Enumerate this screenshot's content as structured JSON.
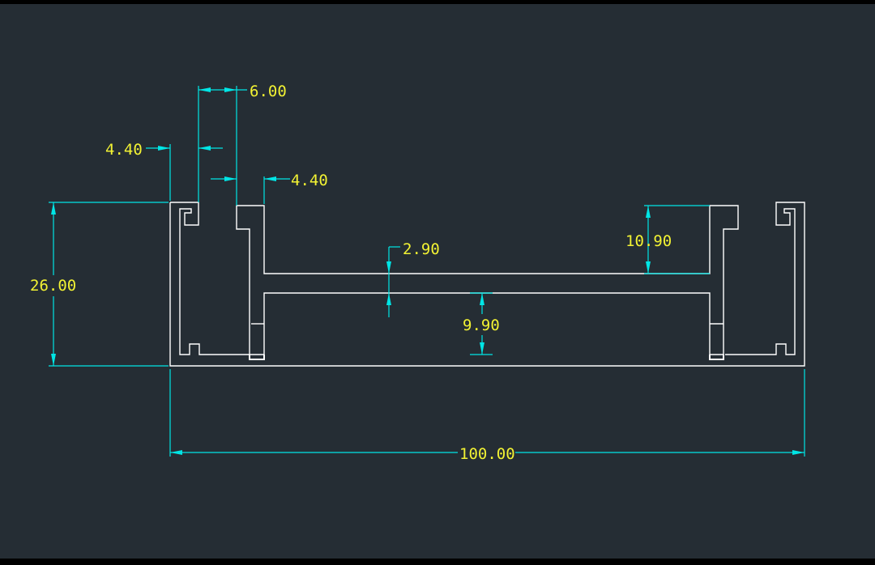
{
  "colors": {
    "background": "#252d34",
    "profile": "#ffffff",
    "dimension": "#00e5e5",
    "text": "#f2f233"
  },
  "dimensions": {
    "top_gap": "6.00",
    "left_wall": "4.40",
    "inner_wall": "4.40",
    "web_thickness": "2.90",
    "channel_depth": "10.90",
    "lower_gap": "9.90",
    "overall_height": "26.00",
    "overall_width": "100.00"
  }
}
